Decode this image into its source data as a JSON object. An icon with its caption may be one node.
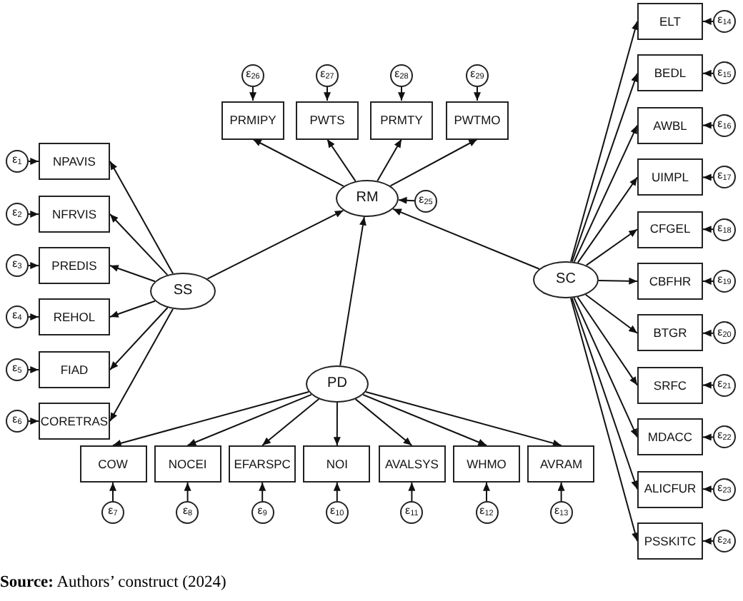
{
  "diagram": {
    "caption": "**Source:** Authors’ construct (2024)",
    "nodes": [
      {
        "text": [
          "ε$_{26}$"
        ]
      },
      {
        "text": [
          "ε$_{27}$"
        ]
      },
      {
        "text": [
          "ε$_{28}$"
        ]
      },
      {
        "text": [
          "ε$_{29}$"
        ]
      },
      {
        "text": [
          "PRMIPY"
        ]
      },
      {
        "text": [
          "PWTS"
        ]
      },
      {
        "text": [
          "PRMTY"
        ]
      },
      {
        "text": [
          "PWTMO"
        ]
      },
      {
        "text": [
          "RM"
        ]
      },
      {
        "text": [
          "ε$_{25}$"
        ]
      },
      {
        "text": [
          "ε$_{1}$"
        ]
      },
      {
        "text": [
          "ε$_{2}$"
        ]
      },
      {
        "text": [
          "ε$_{3}$"
        ]
      },
      {
        "text": [
          "ε$_{4}$"
        ]
      },
      {
        "text": [
          "ε$_{5}$"
        ]
      },
      {
        "text": [
          "ε$_{6}$"
        ]
      },
      {
        "text": [
          "NPAVIS"
        ]
      },
      {
        "text": [
          "NFRVIS"
        ]
      },
      {
        "text": [
          "PREDIS"
        ]
      },
      {
        "text": [
          "REHOL"
        ]
      },
      {
        "text": [
          "FIAD"
        ]
      },
      {
        "text": [
          "CORETRAS"
        ]
      },
      {
        "text": [
          "SS"
        ]
      },
      {
        "text": [
          "PD"
        ]
      },
      {
        "text": [
          "COW"
        ]
      },
      {
        "text": [
          "NOCEI"
        ]
      },
      {
        "text": [
          "EFARSPC"
        ]
      },
      {
        "text": [
          "NOI"
        ]
      },
      {
        "text": [
          "AVALSYS"
        ]
      },
      {
        "text": [
          "WHMO"
        ]
      },
      {
        "text": [
          "AVRAM"
        ]
      },
      {
        "text": [
          "ε$_{7}$"
        ]
      },
      {
        "text": [
          "ε$_{8}$"
        ]
      },
      {
        "text": [
          "ε$_{9}$"
        ]
      },
      {
        "text": [
          "ε$_{10}$"
        ]
      },
      {
        "text": [
          "ε$_{11}$"
        ]
      },
      {
        "text": [
          "ε$_{12}$"
        ]
      },
      {
        "text": [
          "ε$_{13}$"
        ]
      },
      {
        "text": [
          "SC"
        ]
      },
      {
        "text": [
          "ELT"
        ]
      },
      {
        "text": [
          "BEDL"
        ]
      },
      {
        "text": [
          "AWBL"
        ]
      },
      {
        "text": [
          "UIMPL"
        ]
      },
      {
        "text": [
          "CFGEL"
        ]
      },
      {
        "text": [
          "CBFHR"
        ]
      },
      {
        "text": [
          "BTGR"
        ]
      },
      {
        "text": [
          "SRFC"
        ]
      },
      {
        "text": [
          "MDACC"
        ]
      },
      {
        "text": [
          "ALICFUR"
        ]
      },
      {
        "text": [
          "PSSKITC"
        ]
      },
      {
        "text": [
          "ε$_{14}$"
        ]
      },
      {
        "text": [
          "ε$_{15}$"
        ]
      },
      {
        "text": [
          "ε$_{16}$"
        ]
      },
      {
        "text": [
          "ε$_{17}$"
        ]
      },
      {
        "text": [
          "ε$_{18}$"
        ]
      },
      {
        "text": [
          "ε$_{19}$"
        ]
      },
      {
        "text": [
          "ε$_{20}$"
        ]
      },
      {
        "text": [
          "ε$_{21}$"
        ]
      },
      {
        "text": [
          "ε$_{22}$"
        ]
      },
      {
        "text": [
          "ε$_{23}$"
        ]
      },
      {
        "text": [
          "ε$_{24}$"
        ]
      }
    ],
    "edges": [
      {
        "from": 0,
        "to": 4,
        "arrow": "to"
      },
      {
        "from": 1,
        "to": 5,
        "arrow": "to"
      },
      {
        "from": 2,
        "to": 6,
        "arrow": "to"
      },
      {
        "from": 3,
        "to": 7,
        "arrow": "to"
      },
      {
        "from": 8,
        "to": 4,
        "arrow": "to"
      },
      {
        "from": 8,
        "to": 5,
        "arrow": "to"
      },
      {
        "from": 8,
        "to": 6,
        "arrow": "to"
      },
      {
        "from": 8,
        "to": 7,
        "arrow": "to"
      },
      {
        "from": 9,
        "to": 8,
        "arrow": "to"
      },
      {
        "from": 10,
        "to": 16,
        "arrow": "to"
      },
      {
        "from": 11,
        "to": 17,
        "arrow": "to"
      },
      {
        "from": 12,
        "to": 18,
        "arrow": "to"
      },
      {
        "from": 13,
        "to": 19,
        "arrow": "to"
      },
      {
        "from": 14,
        "to": 20,
        "arrow": "to"
      },
      {
        "from": 15,
        "to": 21,
        "arrow": "to"
      },
      {
        "from": 22,
        "to": 16,
        "arrow": "to"
      },
      {
        "from": 22,
        "to": 17,
        "arrow": "to"
      },
      {
        "from": 22,
        "to": 18,
        "arrow": "to"
      },
      {
        "from": 22,
        "to": 19,
        "arrow": "to"
      },
      {
        "from": 22,
        "to": 20,
        "arrow": "to"
      },
      {
        "from": 22,
        "to": 21,
        "arrow": "to"
      },
      {
        "from": 22,
        "to": 8,
        "arrow": "to"
      },
      {
        "from": 23,
        "to": 8,
        "arrow": "to"
      },
      {
        "from": 38,
        "to": 8,
        "arrow": "to"
      },
      {
        "from": 23,
        "to": 24,
        "arrow": "to"
      },
      {
        "from": 23,
        "to": 25,
        "arrow": "to"
      },
      {
        "from": 23,
        "to": 26,
        "arrow": "to"
      },
      {
        "from": 23,
        "to": 27,
        "arrow": "to"
      },
      {
        "from": 23,
        "to": 28,
        "arrow": "to"
      },
      {
        "from": 23,
        "to": 29,
        "arrow": "to"
      },
      {
        "from": 23,
        "to": 30,
        "arrow": "to"
      },
      {
        "from": 31,
        "to": 24,
        "arrow": "to"
      },
      {
        "from": 32,
        "to": 25,
        "arrow": "to"
      },
      {
        "from": 33,
        "to": 26,
        "arrow": "to"
      },
      {
        "from": 34,
        "to": 27,
        "arrow": "to"
      },
      {
        "from": 35,
        "to": 28,
        "arrow": "to"
      },
      {
        "from": 36,
        "to": 29,
        "arrow": "to"
      },
      {
        "from": 37,
        "to": 30,
        "arrow": "to"
      },
      {
        "from": 38,
        "to": 39,
        "arrow": "to"
      },
      {
        "from": 38,
        "to": 40,
        "arrow": "to"
      },
      {
        "from": 38,
        "to": 41,
        "arrow": "to"
      },
      {
        "from": 38,
        "to": 42,
        "arrow": "to"
      },
      {
        "from": 38,
        "to": 43,
        "arrow": "to"
      },
      {
        "from": 38,
        "to": 44,
        "arrow": "to"
      },
      {
        "from": 38,
        "to": 45,
        "arrow": "to"
      },
      {
        "from": 38,
        "to": 46,
        "arrow": "to"
      },
      {
        "from": 38,
        "to": 47,
        "arrow": "to"
      },
      {
        "from": 38,
        "to": 48,
        "arrow": "to"
      },
      {
        "from": 38,
        "to": 49,
        "arrow": "to"
      },
      {
        "from": 50,
        "to": 39,
        "arrow": "to"
      },
      {
        "from": 51,
        "to": 40,
        "arrow": "to"
      },
      {
        "from": 52,
        "to": 41,
        "arrow": "to"
      },
      {
        "from": 53,
        "to": 42,
        "arrow": "to"
      },
      {
        "from": 54,
        "to": 43,
        "arrow": "to"
      },
      {
        "from": 55,
        "to": 44,
        "arrow": "to"
      },
      {
        "from": 56,
        "to": 45,
        "arrow": "to"
      },
      {
        "from": 57,
        "to": 46,
        "arrow": "to"
      },
      {
        "from": 58,
        "to": 47,
        "arrow": "to"
      },
      {
        "from": 59,
        "to": 48,
        "arrow": "to"
      },
      {
        "from": 60,
        "to": 49,
        "arrow": "to"
      }
    ]
  }
}
